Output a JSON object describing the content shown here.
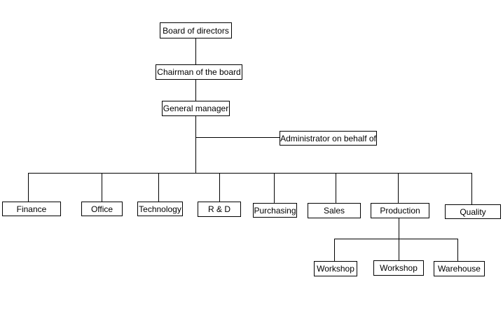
{
  "org_chart": {
    "top": {
      "board": "Board of directors",
      "chairman": "Chairman of the board",
      "general_manager": "General manager",
      "administrator": "Administrator on behalf of"
    },
    "departments": [
      "Finance",
      "Office",
      "Technology",
      "R & D",
      "Purchasing",
      "Sales",
      "Production",
      "Quality"
    ],
    "production_units": [
      "Workshop",
      "Workshop",
      "Warehouse"
    ]
  }
}
